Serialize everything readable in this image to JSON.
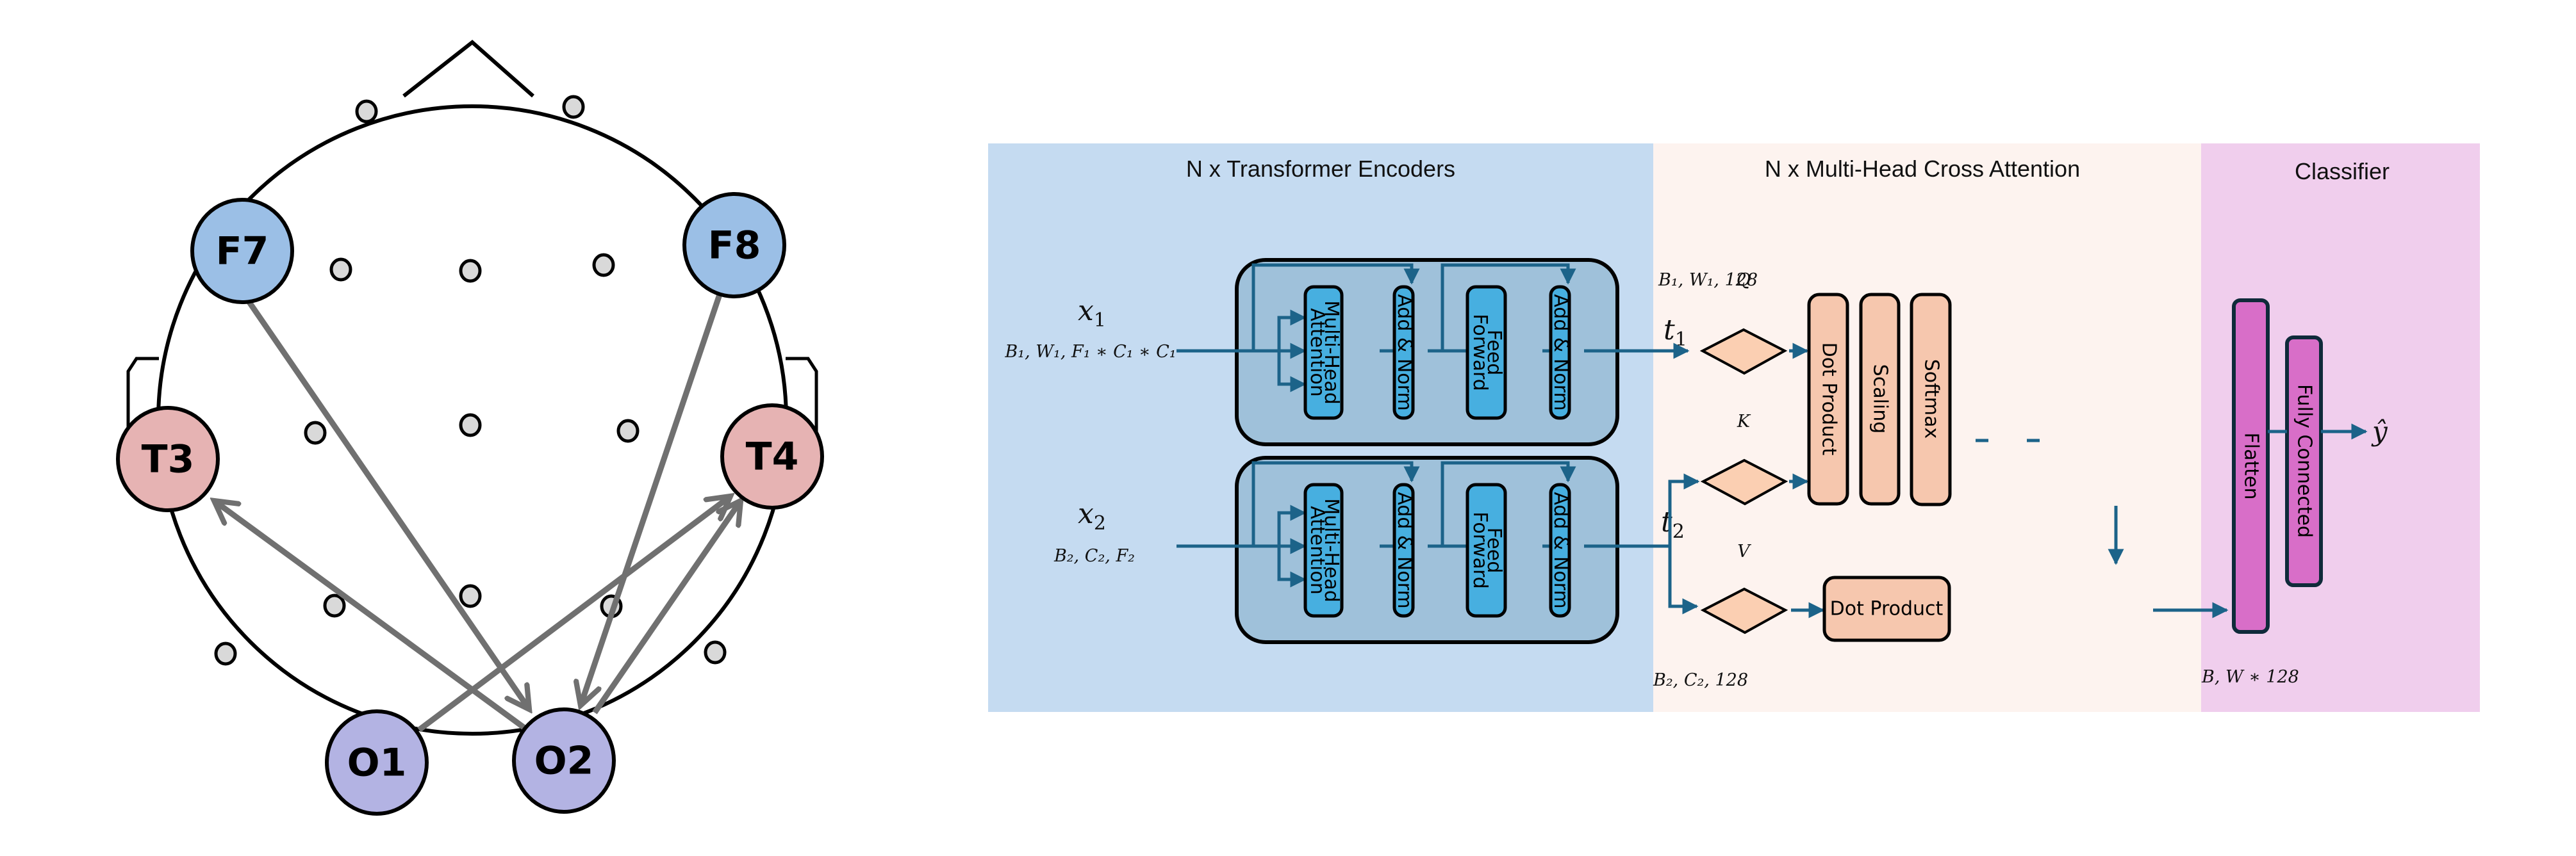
{
  "eeg_montage": {
    "electrodes": [
      {
        "id": "F7",
        "label": "F7",
        "group": "frontal"
      },
      {
        "id": "F8",
        "label": "F8",
        "group": "frontal"
      },
      {
        "id": "T3",
        "label": "T3",
        "group": "temporal"
      },
      {
        "id": "T4",
        "label": "T4",
        "group": "temporal"
      },
      {
        "id": "O1",
        "label": "O1",
        "group": "occipital"
      },
      {
        "id": "O2",
        "label": "O2",
        "group": "occipital"
      }
    ],
    "connections": [
      {
        "from": "F7",
        "to": "O2"
      },
      {
        "from": "F8",
        "to": "O2"
      },
      {
        "from": "O2",
        "to": "T3"
      },
      {
        "from": "O1",
        "to": "T4"
      },
      {
        "from": "O2",
        "to": "T4"
      }
    ],
    "colors": {
      "frontal": "#9bbfe6",
      "temporal": "#e6b3b3",
      "occipital": "#b3b3e3",
      "minor_electrode": "#d9d9d9",
      "arrow": "#707070"
    }
  },
  "sections": {
    "encoders": {
      "title": "N x Transformer Encoders",
      "color": "#c5dbf1"
    },
    "cross_attention": {
      "title": "N x Multi-Head Cross Attention",
      "color": "#fdf3ef"
    },
    "classifier": {
      "title": "Classifier",
      "color": "#f0ceed"
    }
  },
  "inputs": {
    "x1": {
      "symbol": "x",
      "sub": "1",
      "shape": "B₁, W₁, F₁ ∗ C₁ ∗ C₁"
    },
    "x2": {
      "symbol": "x",
      "sub": "2",
      "shape": "B₂, C₂, F₂"
    }
  },
  "encoder_blocks": [
    {
      "mha": [
        "Multi-Head",
        "Attention"
      ],
      "addnorm1": "Add & Norm",
      "ff": [
        "Feed",
        "Forward"
      ],
      "addnorm2": "Add & Norm"
    },
    {
      "mha": [
        "Multi-Head",
        "Attention"
      ],
      "addnorm1": "Add & Norm",
      "ff": [
        "Feed",
        "Forward"
      ],
      "addnorm2": "Add & Norm"
    }
  ],
  "tokens": {
    "t1": {
      "symbol": "t",
      "sub": "1",
      "shape": "B₁, W₁, 128"
    },
    "t2": {
      "symbol": "t",
      "sub": "2",
      "shape": "B₂, C₂, 128"
    }
  },
  "cross_attention": {
    "q_label": "Q",
    "k_label": "K",
    "v_label": "V",
    "dot_product_1": "Dot Product",
    "scaling": "Scaling",
    "softmax": "Softmax",
    "dot_product_2": "Dot Product"
  },
  "classifier": {
    "flatten": "Flatten",
    "fully_connected": "Fully Connected",
    "output": "ŷ",
    "shape": "B, W ∗ 128"
  },
  "colors": {
    "flow_line": "#1c6389",
    "encoder_box": "#9fc1da",
    "encoder_inner": "#47afe0",
    "ca_box": "#f6c7ae",
    "ca_diamond": "#fbcfb2",
    "classifier_box": "#d86ec8"
  }
}
